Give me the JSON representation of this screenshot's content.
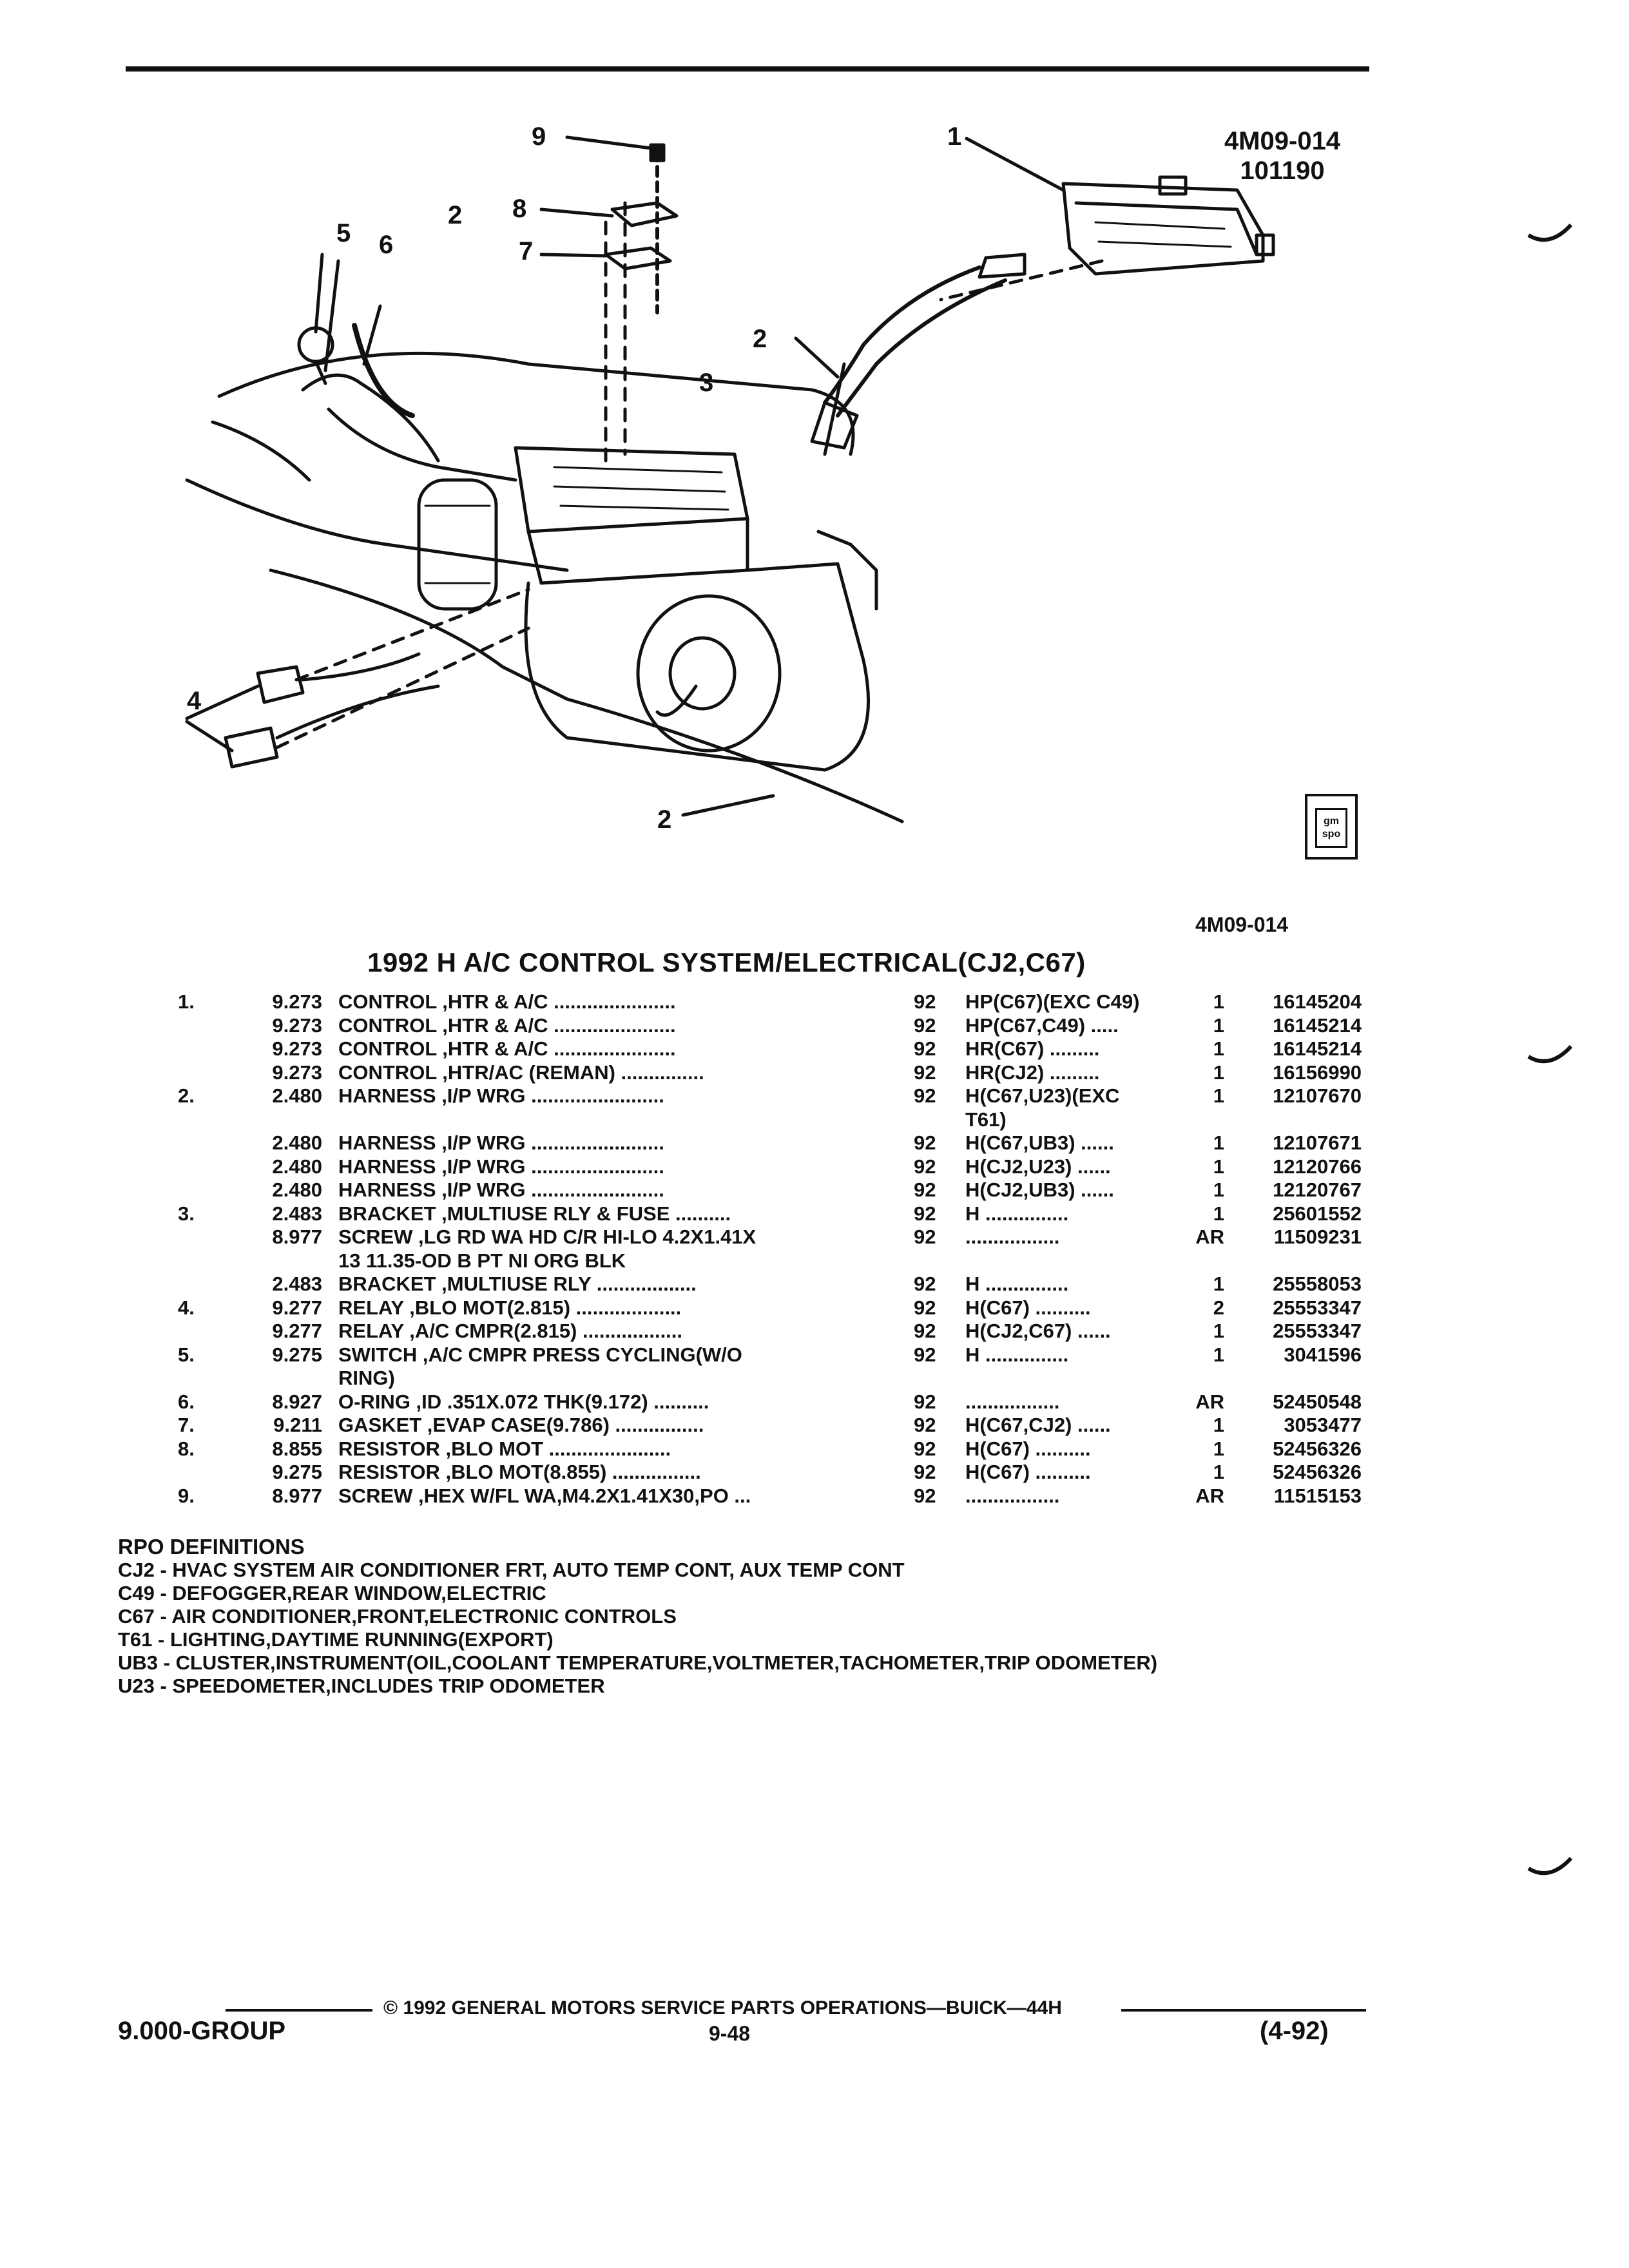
{
  "header": {
    "diagram_code": "4M09-014",
    "diagram_date": "101190",
    "figure_id": "4M09-014",
    "logo_text": "gm spo"
  },
  "callouts": [
    "9",
    "1",
    "8",
    "2",
    "7",
    "5",
    "6",
    "2",
    "3",
    "4",
    "2"
  ],
  "title": "1992 H A/C CONTROL SYSTEM/ELECTRICAL(CJ2,C67)",
  "parts": [
    {
      "ref": "1.",
      "group": "9.273",
      "desc": "CONTROL ,HTR & A/C ......................",
      "year": "92",
      "usage": "HP(C67)(EXC C49)",
      "qty": "1",
      "part": "16145204"
    },
    {
      "ref": "",
      "group": "9.273",
      "desc": "CONTROL ,HTR & A/C ......................",
      "year": "92",
      "usage": "HP(C67,C49) .....",
      "qty": "1",
      "part": "16145214"
    },
    {
      "ref": "",
      "group": "9.273",
      "desc": "CONTROL ,HTR & A/C ......................",
      "year": "92",
      "usage": "HR(C67) .........",
      "qty": "1",
      "part": "16145214"
    },
    {
      "ref": "",
      "group": "9.273",
      "desc": "CONTROL ,HTR/AC (REMAN) ...............",
      "year": "92",
      "usage": "HR(CJ2) .........",
      "qty": "1",
      "part": "16156990"
    },
    {
      "ref": "2.",
      "group": "2.480",
      "desc": "HARNESS ,I/P WRG ........................",
      "year": "92",
      "usage": "H(C67,U23)(EXC",
      "qty": "1",
      "part": "12107670"
    },
    {
      "ref": "",
      "group": "",
      "desc": "",
      "year": "",
      "usage": "T61)",
      "qty": "",
      "part": ""
    },
    {
      "ref": "",
      "group": "2.480",
      "desc": "HARNESS ,I/P WRG ........................",
      "year": "92",
      "usage": "H(C67,UB3) ......",
      "qty": "1",
      "part": "12107671"
    },
    {
      "ref": "",
      "group": "2.480",
      "desc": "HARNESS ,I/P WRG ........................",
      "year": "92",
      "usage": "H(CJ2,U23) ......",
      "qty": "1",
      "part": "12120766"
    },
    {
      "ref": "",
      "group": "2.480",
      "desc": "HARNESS ,I/P WRG ........................",
      "year": "92",
      "usage": "H(CJ2,UB3) ......",
      "qty": "1",
      "part": "12120767"
    },
    {
      "ref": "3.",
      "group": "2.483",
      "desc": "BRACKET ,MULTIUSE RLY & FUSE ..........",
      "year": "92",
      "usage": "H ...............",
      "qty": "1",
      "part": "25601552"
    },
    {
      "ref": "",
      "group": "8.977",
      "desc": "SCREW ,LG RD WA HD C/R HI-LO 4.2X1.41X",
      "year": "92",
      "usage": ".................",
      "qty": "AR",
      "part": "11509231"
    },
    {
      "ref": "",
      "group": "",
      "desc": "13 11.35-OD B PT NI ORG BLK",
      "year": "",
      "usage": "",
      "qty": "",
      "part": ""
    },
    {
      "ref": "",
      "group": "2.483",
      "desc": "BRACKET ,MULTIUSE RLY ..................",
      "year": "92",
      "usage": "H ...............",
      "qty": "1",
      "part": "25558053"
    },
    {
      "ref": "4.",
      "group": "9.277",
      "desc": "RELAY ,BLO MOT(2.815) ...................",
      "year": "92",
      "usage": "H(C67) ..........",
      "qty": "2",
      "part": "25553347"
    },
    {
      "ref": "",
      "group": "9.277",
      "desc": "RELAY ,A/C CMPR(2.815) ..................",
      "year": "92",
      "usage": "H(CJ2,C67) ......",
      "qty": "1",
      "part": "25553347"
    },
    {
      "ref": "5.",
      "group": "9.275",
      "desc": "SWITCH ,A/C CMPR PRESS CYCLING(W/O",
      "year": "92",
      "usage": "H ...............",
      "qty": "1",
      "part": "3041596"
    },
    {
      "ref": "",
      "group": "",
      "desc": "RING)",
      "year": "",
      "usage": "",
      "qty": "",
      "part": ""
    },
    {
      "ref": "6.",
      "group": "8.927",
      "desc": "O-RING ,ID .351X.072 THK(9.172) ..........",
      "year": "92",
      "usage": ".................",
      "qty": "AR",
      "part": "52450548"
    },
    {
      "ref": "7.",
      "group": "9.211",
      "desc": "GASKET ,EVAP CASE(9.786) ................",
      "year": "92",
      "usage": "H(C67,CJ2) ......",
      "qty": "1",
      "part": "3053477"
    },
    {
      "ref": "8.",
      "group": "8.855",
      "desc": "RESISTOR ,BLO MOT ......................",
      "year": "92",
      "usage": "H(C67) ..........",
      "qty": "1",
      "part": "52456326"
    },
    {
      "ref": "",
      "group": "9.275",
      "desc": "RESISTOR ,BLO MOT(8.855) ................",
      "year": "92",
      "usage": "H(C67) ..........",
      "qty": "1",
      "part": "52456326"
    },
    {
      "ref": "9.",
      "group": "8.977",
      "desc": "SCREW ,HEX W/FL WA,M4.2X1.41X30,PO ...",
      "year": "92",
      "usage": ".................",
      "qty": "AR",
      "part": "11515153"
    }
  ],
  "rpo": {
    "title": "RPO DEFINITIONS",
    "lines": [
      "CJ2 - HVAC SYSTEM AIR CONDITIONER FRT, AUTO TEMP CONT, AUX TEMP CONT",
      "C49 - DEFOGGER,REAR WINDOW,ELECTRIC",
      "C67 - AIR CONDITIONER,FRONT,ELECTRONIC CONTROLS",
      "T61 - LIGHTING,DAYTIME RUNNING(EXPORT)",
      "UB3 - CLUSTER,INSTRUMENT(OIL,COOLANT TEMPERATURE,VOLTMETER,TACHOMETER,TRIP ODOMETER)",
      "U23 - SPEEDOMETER,INCLUDES TRIP ODOMETER"
    ]
  },
  "footer": {
    "copyright": "© 1992 GENERAL MOTORS SERVICE PARTS OPERATIONS—BUICK—44H",
    "group": "9.000-GROUP",
    "page": "9-48",
    "revision": "(4-92)"
  }
}
